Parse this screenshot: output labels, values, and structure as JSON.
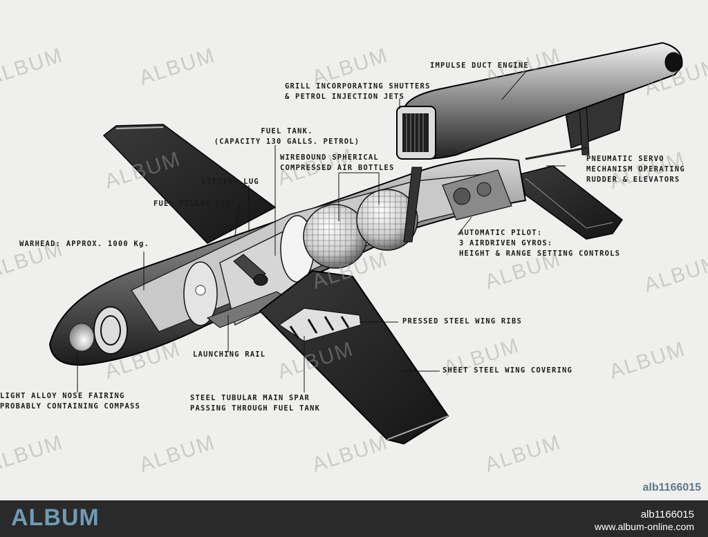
{
  "labels": {
    "impulse_engine": "IMPULSE DUCT ENGINE",
    "grill_line1": "GRILL INCORPORATING SHUTTERS",
    "grill_line2": "& PETROL INJECTION JETS",
    "fuel_tank_line1": "FUEL TANK.",
    "fuel_tank_line2": "(CAPACITY 130 GALLS. PETROL)",
    "air_bottles_line1": "WIREBOUND SPHERICAL",
    "air_bottles_line2": "COMPRESSED AIR BOTTLES",
    "lifting_lug": "LIFTING LUG",
    "filler_cap": "FUEL FILLER CAP",
    "servo_line1": "PNEUMATIC SERVO",
    "servo_line2": "MECHANISM OPERATING",
    "servo_line3": "RUDDER & ELEVATORS",
    "warhead": "WARHEAD: APPROX. 1000 Kg.",
    "pilot_line1": "AUTOMATIC PILOT:",
    "pilot_line2": "3 AIRDRIVEN GYROS:",
    "pilot_line3": "HEIGHT & RANGE SETTING CONTROLS",
    "wing_ribs": "PRESSED STEEL WING RIBS",
    "launching_rail": "LAUNCHING RAIL",
    "wing_covering": "SHEET STEEL WING COVERING",
    "nose_line1": "LIGHT ALLOY NOSE FAIRING",
    "nose_line2": "PROBABLY CONTAINING COMPASS",
    "spar_line1": "STEEL TUBULAR MAIN SPAR",
    "spar_line2": "PASSING THROUGH FUEL TANK"
  },
  "watermark": "ALBUM",
  "image_id": "alb1166015",
  "footer": {
    "brand": "ALBUM",
    "id": "alb1166015",
    "url": "www.album-online.com"
  }
}
